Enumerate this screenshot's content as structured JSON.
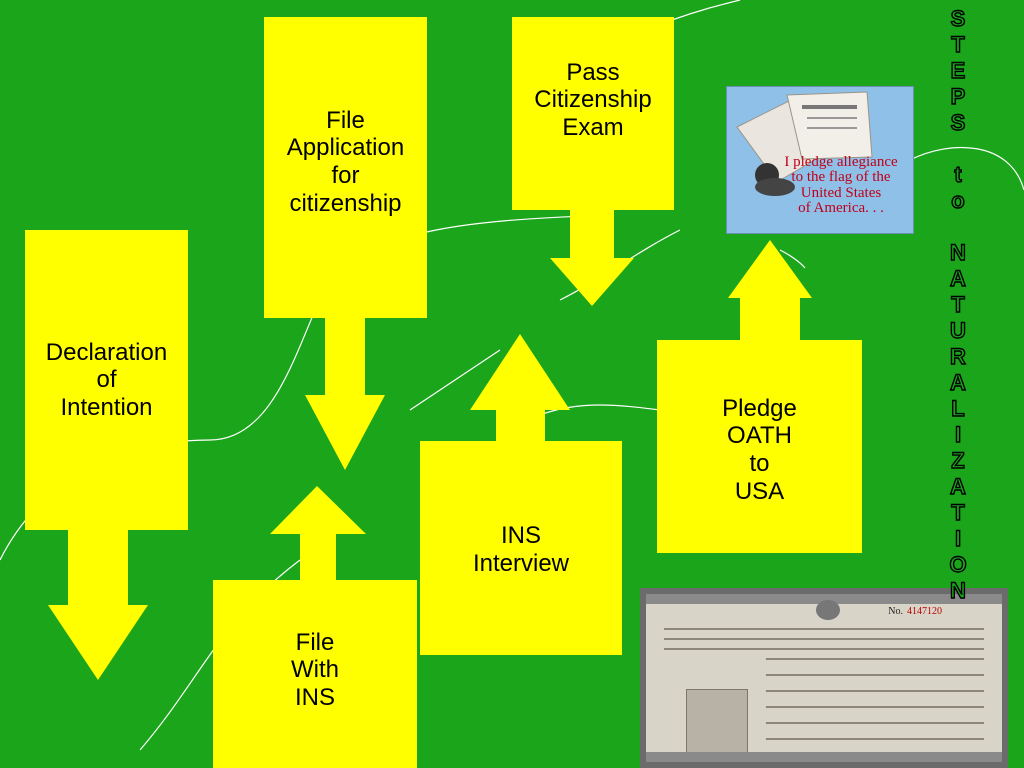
{
  "boxes": {
    "declaration": "Declaration\nof\nIntention",
    "file_application": "File\nApplication\nfor\ncitizenship",
    "file_ins": "File\nWith\nINS",
    "ins_interview": "INS\nInterview",
    "pass_exam": "Pass\nCitizenship\nExam",
    "pledge_oath": "Pledge\nOATH\nto\nUSA"
  },
  "vertical_title": "STEPS to NATURALIZATION",
  "pledge_image_text": "I pledge allegiance\nto the flag of the\nUnited States\nof America. . .",
  "certificate": {
    "number_label": "No.",
    "number": "4147120"
  },
  "colors": {
    "background": "#1aa51a",
    "box": "#ffff00",
    "text": "#000000",
    "curve": "#ffffff"
  }
}
